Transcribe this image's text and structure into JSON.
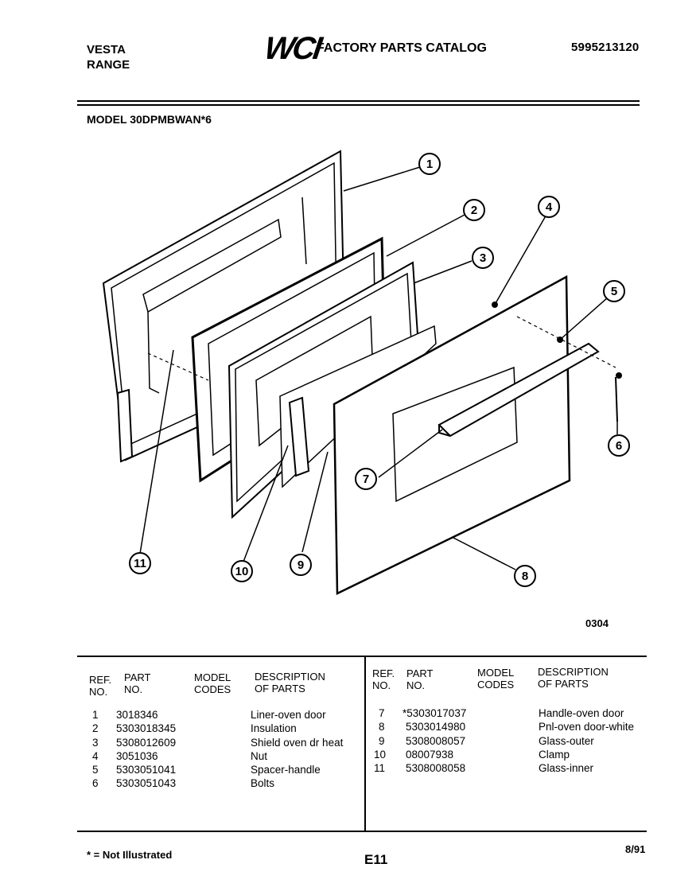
{
  "header": {
    "brand_line1": "VESTA",
    "brand_line2": "RANGE",
    "logo_text": "WCI",
    "catalog_title": "FACTORY PARTS CATALOG",
    "catalog_number": "5995213120",
    "model": "MODEL 30DPMBWAN*6"
  },
  "diagram": {
    "callouts": [
      "1",
      "2",
      "3",
      "4",
      "5",
      "6",
      "7",
      "8",
      "9",
      "10",
      "11"
    ],
    "figure_code": "0304"
  },
  "table_headers": {
    "ref": "REF.",
    "no": "NO.",
    "part": "PART",
    "part_no": "NO.",
    "model": "MODEL",
    "codes": "CODES",
    "description": "DESCRIPTION",
    "of_parts": "OF PARTS"
  },
  "parts_left": [
    {
      "ref": "1",
      "part": "3018346",
      "model": "",
      "desc": "Liner-oven door"
    },
    {
      "ref": "2",
      "part": "5303018345",
      "model": "",
      "desc": "Insulation"
    },
    {
      "ref": "3",
      "part": "5308012609",
      "model": "",
      "desc": "Shield oven dr heat"
    },
    {
      "ref": "4",
      "part": "3051036",
      "model": "",
      "desc": "Nut"
    },
    {
      "ref": "5",
      "part": "5303051041",
      "model": "",
      "desc": "Spacer-handle"
    },
    {
      "ref": "6",
      "part": "5303051043",
      "model": "",
      "desc": "Bolts"
    }
  ],
  "parts_right": [
    {
      "ref": "7",
      "part": "*5303017037",
      "model": "",
      "desc": "Handle-oven door"
    },
    {
      "ref": "8",
      "part": "5303014980",
      "model": "",
      "desc": "Pnl-oven door-white"
    },
    {
      "ref": "9",
      "part": "5308008057",
      "model": "",
      "desc": "Glass-outer"
    },
    {
      "ref": "10",
      "part": "08007938",
      "model": "",
      "desc": "Clamp"
    },
    {
      "ref": "11",
      "part": "5308008058",
      "model": "",
      "desc": "Glass-inner"
    }
  ],
  "footer": {
    "note": "* = Not Illustrated",
    "page": "E11",
    "date": "8/91"
  }
}
